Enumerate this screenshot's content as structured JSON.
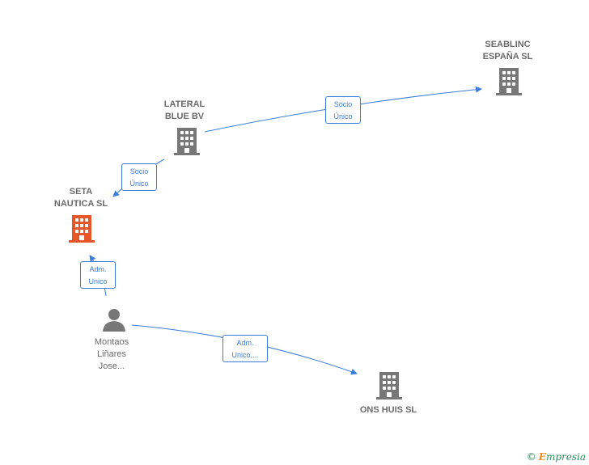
{
  "nodes": {
    "seablinc": {
      "label": "SEABLINC\nESPAÑA  SL",
      "icon": "building-icon",
      "color": "#777777"
    },
    "lateral": {
      "label": "LATERAL\nBLUE BV",
      "icon": "building-icon",
      "color": "#777777"
    },
    "seta": {
      "label": "SETA\nNAUTICA  SL",
      "icon": "building-icon",
      "color": "#e8572a"
    },
    "montaos": {
      "label": "Montaos\nLiñares\nJose...",
      "icon": "person-icon",
      "color": "#777777"
    },
    "ons": {
      "label": "ONS HUIS  SL",
      "icon": "building-icon",
      "color": "#777777"
    }
  },
  "edges": {
    "lateral_seablinc": "Socio\nÚnico",
    "lateral_seta": "Socio\nÚnico",
    "montaos_seta": "Adm.\nUnico",
    "montaos_ons": "Adm.\nUnico,..."
  },
  "footer": {
    "copyright": "©",
    "brand_initial": "E",
    "brand_rest": "mpresia"
  },
  "colors": {
    "edge": "#3b7dd8",
    "highlight": "#e8572a",
    "node": "#777777"
  }
}
